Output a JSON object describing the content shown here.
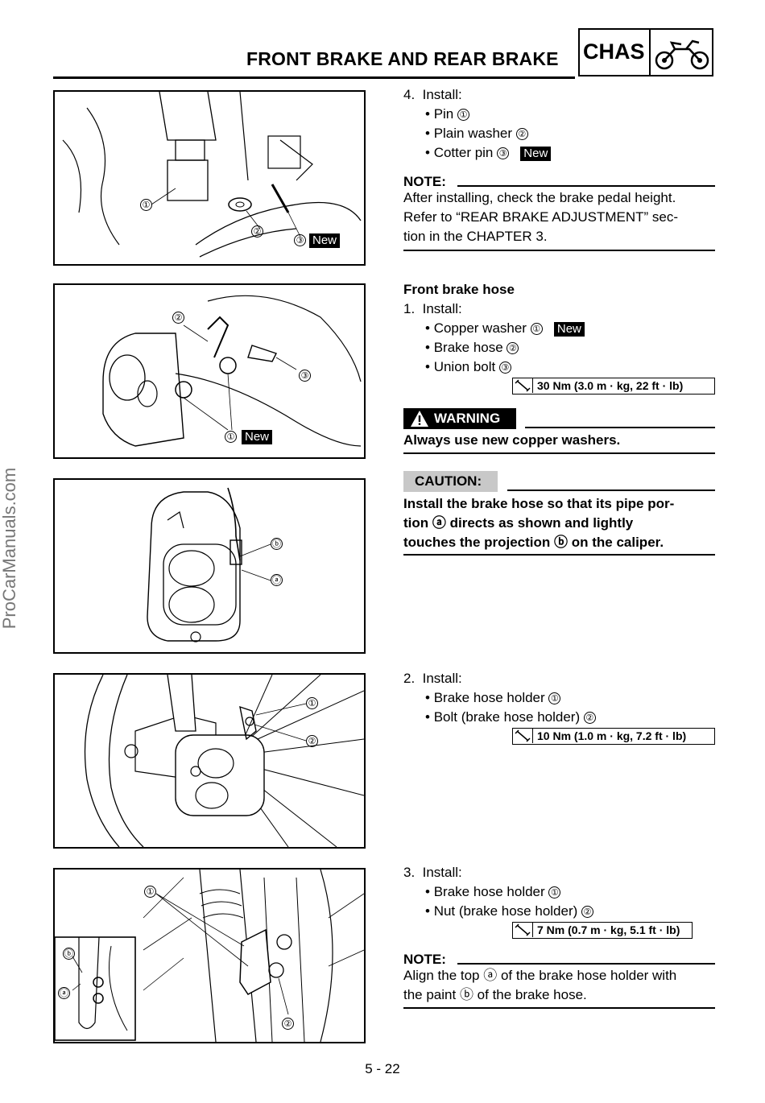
{
  "header": {
    "title": "FRONT BRAKE AND REAR BRAKE",
    "section": "CHAS",
    "section_icon": "motorcycle-icon"
  },
  "watermark": "ProCarManuals.com",
  "figures": {
    "fig1": {
      "labels": [
        "①",
        "②",
        "③"
      ],
      "new_tag": "New"
    },
    "fig2": {
      "labels": [
        "①",
        "②",
        "③"
      ],
      "new_tag": "New"
    },
    "fig3": {
      "labels": [
        "ⓑ",
        "ⓐ"
      ]
    },
    "fig4": {
      "labels": [
        "①",
        "②"
      ]
    },
    "fig5": {
      "labels": [
        "①",
        "②",
        "ⓑ",
        "ⓐ"
      ]
    }
  },
  "step4": {
    "heading": "4.  Install:",
    "items": [
      {
        "text": "Pin",
        "num": "①"
      },
      {
        "text": "Plain washer",
        "num": "②"
      },
      {
        "text": "Cotter pin",
        "num": "③",
        "tag": "New"
      }
    ],
    "note_label": "NOTE:",
    "note_lines": [
      "After installing, check the brake pedal height.",
      "Refer to “REAR BRAKE ADJUSTMENT” sec-",
      "tion in the CHAPTER 3."
    ]
  },
  "front_hose": {
    "title": "Front brake hose",
    "heading": "1.  Install:",
    "items": [
      {
        "text": "Copper washer",
        "num": "①",
        "tag": "New"
      },
      {
        "text": "Brake hose",
        "num": "②"
      },
      {
        "text": "Union bolt",
        "num": "③"
      }
    ],
    "torque": "30 Nm (3.0 m · kg, 22 ft · lb)",
    "warning_label": "WARNING",
    "warning_text": "Always use new copper washers.",
    "caution_label": "CAUTION:",
    "caution_lines": [
      "Install the brake hose so that its pipe por-",
      "tion ⓐ directs as shown and lightly",
      "touches the projection ⓑ on the caliper."
    ]
  },
  "step2": {
    "heading": "2.  Install:",
    "items": [
      {
        "text": "Brake hose holder",
        "num": "①"
      },
      {
        "text": "Bolt (brake hose holder)",
        "num": "②"
      }
    ],
    "torque": "10 Nm (1.0 m · kg, 7.2 ft · lb)"
  },
  "step3": {
    "heading": "3.  Install:",
    "items": [
      {
        "text": "Brake hose holder",
        "num": "①"
      },
      {
        "text": "Nut (brake hose holder)",
        "num": "②"
      }
    ],
    "torque": "7 Nm (0.7 m · kg, 5.1 ft · lb)",
    "note_label": "NOTE:",
    "note_lines": [
      "Align the top ⓐ of the brake hose holder with",
      "the paint ⓑ of the brake hose."
    ]
  },
  "footer": {
    "page": "5 - 22"
  }
}
